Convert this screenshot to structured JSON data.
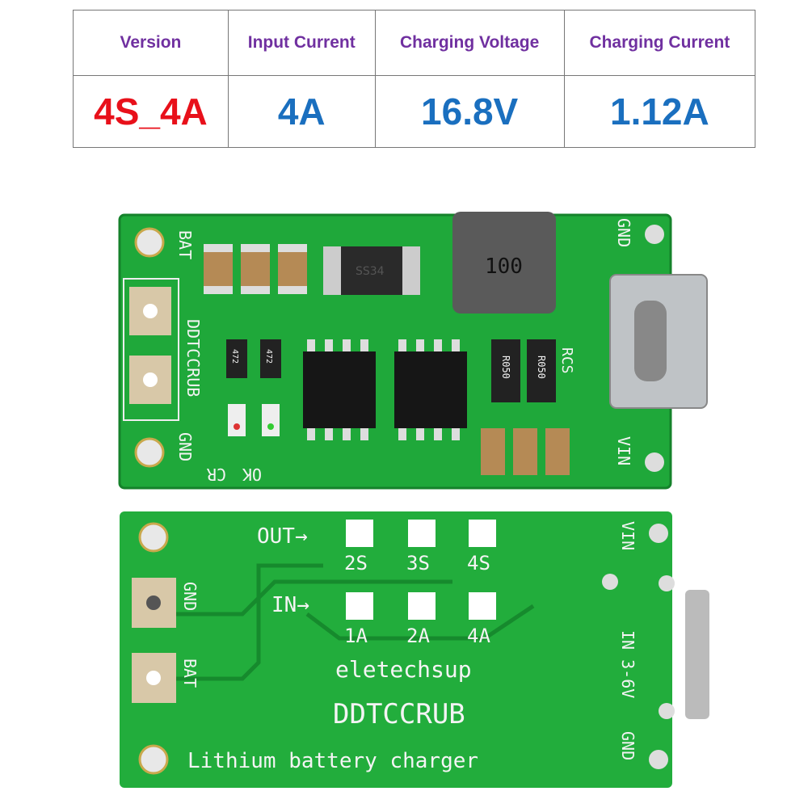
{
  "table": {
    "headers": [
      "Version",
      "Input Current",
      "Charging Voltage",
      "Charging Current"
    ],
    "values": [
      "4S_4A",
      "4A",
      "16.8V",
      "1.12A"
    ]
  },
  "colors": {
    "header": "#7030a0",
    "version": "#e8101a",
    "value": "#1a6fbf",
    "pcb": "#1fa83a"
  },
  "top_board": {
    "bat": "BAT",
    "gnd_left": "GND",
    "model": "DDTCCRUB",
    "cr": "CR",
    "ok": "OK",
    "inductor": "100",
    "diode": "SS34",
    "rcs": "RCS",
    "resistor": "R050",
    "res_small": "472",
    "gnd_right": "GND",
    "vin": "VIN"
  },
  "bottom_board": {
    "out": "OUT→",
    "in": "IN→",
    "out_options": [
      "2S",
      "3S",
      "4S"
    ],
    "in_options": [
      "1A",
      "2A",
      "4A"
    ],
    "gnd_left": "GND",
    "bat": "BAT",
    "brand": "eletechsup",
    "model": "DDTCCRUB",
    "description": "Lithium battery charger",
    "vin": "VIN",
    "in_range": "IN 3-6V",
    "gnd_right": "GND"
  }
}
